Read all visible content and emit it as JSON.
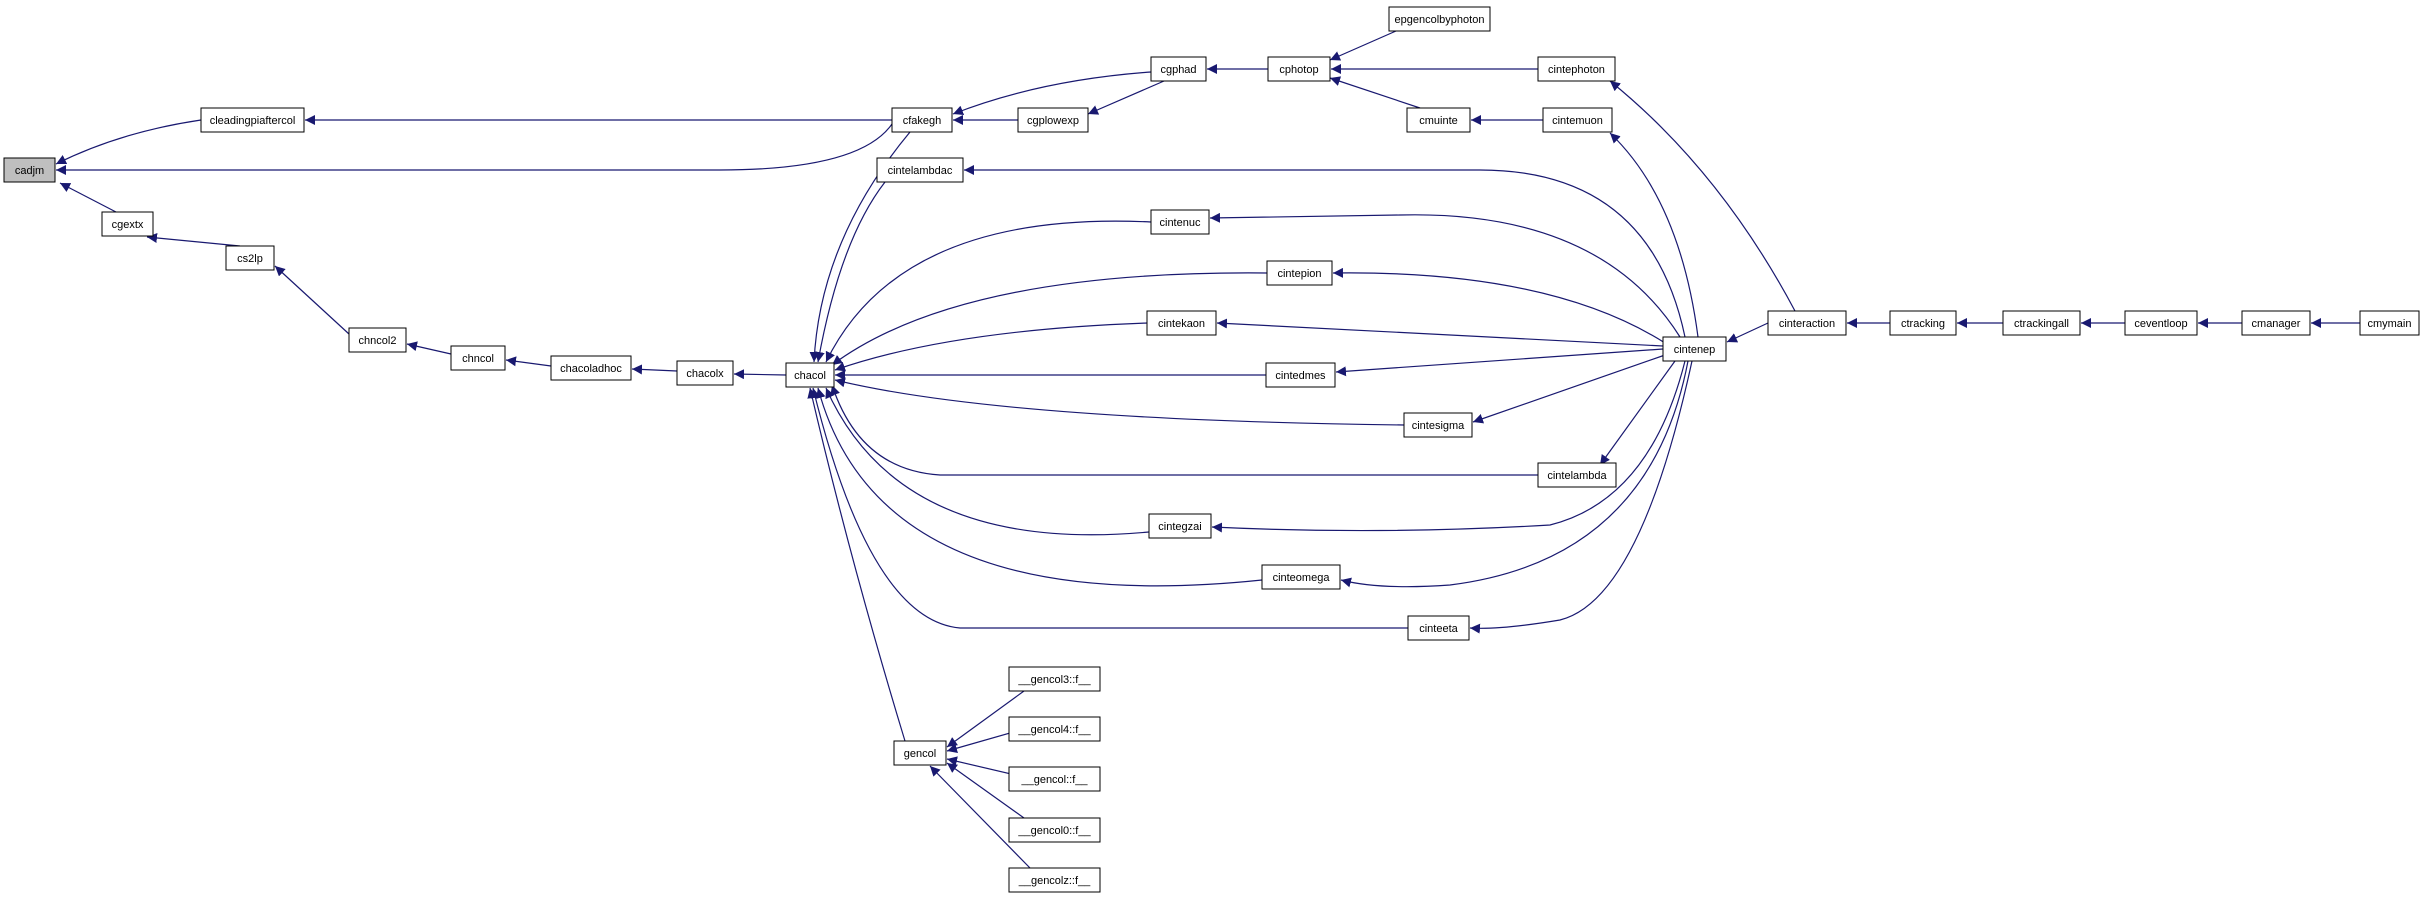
{
  "colors": {
    "edge": "#191970",
    "node_border": "#000000",
    "node_fill": "#ffffff",
    "root_fill": "#bfbfbf"
  },
  "graph": {
    "nodes": [
      {
        "id": "cadjm",
        "label": "cadjm",
        "root": true
      },
      {
        "id": "cleadingpiaftercol",
        "label": "cleadingpiaftercol"
      },
      {
        "id": "cgextx",
        "label": "cgextx"
      },
      {
        "id": "cs2lp",
        "label": "cs2lp"
      },
      {
        "id": "chncol2",
        "label": "chncol2"
      },
      {
        "id": "chncol",
        "label": "chncol"
      },
      {
        "id": "chacoladhoc",
        "label": "chacoladhoc"
      },
      {
        "id": "chacolx",
        "label": "chacolx"
      },
      {
        "id": "chacol",
        "label": "chacol"
      },
      {
        "id": "cfakegh",
        "label": "cfakegh"
      },
      {
        "id": "cgplowexp",
        "label": "cgplowexp"
      },
      {
        "id": "cgphad",
        "label": "cgphad"
      },
      {
        "id": "cphotop",
        "label": "cphotop"
      },
      {
        "id": "epgencolbyphoton",
        "label": "epgencolbyphoton"
      },
      {
        "id": "cintephoton",
        "label": "cintephoton"
      },
      {
        "id": "cmuinte",
        "label": "cmuinte"
      },
      {
        "id": "cintemuon",
        "label": "cintemuon"
      },
      {
        "id": "cintelambdac",
        "label": "cintelambdac"
      },
      {
        "id": "cintenuc",
        "label": "cintenuc"
      },
      {
        "id": "cintepion",
        "label": "cintepion"
      },
      {
        "id": "cintekaon",
        "label": "cintekaon"
      },
      {
        "id": "cintedmes",
        "label": "cintedmes"
      },
      {
        "id": "cintesigma",
        "label": "cintesigma"
      },
      {
        "id": "cintelambda",
        "label": "cintelambda"
      },
      {
        "id": "cintegzai",
        "label": "cintegzai"
      },
      {
        "id": "cinteomega",
        "label": "cinteomega"
      },
      {
        "id": "cinteeta",
        "label": "cinteeta"
      },
      {
        "id": "cintenep",
        "label": "cintenep"
      },
      {
        "id": "cinteraction",
        "label": "cinteraction"
      },
      {
        "id": "ctracking",
        "label": "ctracking"
      },
      {
        "id": "ctrackingall",
        "label": "ctrackingall"
      },
      {
        "id": "ceventloop",
        "label": "ceventloop"
      },
      {
        "id": "cmanager",
        "label": "cmanager"
      },
      {
        "id": "cmymain",
        "label": "cmymain"
      },
      {
        "id": "gencol",
        "label": "gencol"
      },
      {
        "id": "gencol3",
        "label": "__gencol3::f__"
      },
      {
        "id": "gencol4",
        "label": "__gencol4::f__"
      },
      {
        "id": "gencol1",
        "label": "__gencol::f__"
      },
      {
        "id": "gencol0",
        "label": "__gencol0::f__"
      },
      {
        "id": "gencolz",
        "label": "__gencolz::f__"
      }
    ],
    "edges": [
      {
        "from": "cleadingpiaftercol",
        "to": "cadjm"
      },
      {
        "from": "cfakegh",
        "to": "cadjm"
      },
      {
        "from": "cgextx",
        "to": "cadjm"
      },
      {
        "from": "cfakegh",
        "to": "cleadingpiaftercol"
      },
      {
        "from": "cs2lp",
        "to": "cgextx"
      },
      {
        "from": "chncol2",
        "to": "cs2lp"
      },
      {
        "from": "chncol",
        "to": "chncol2"
      },
      {
        "from": "chacoladhoc",
        "to": "chncol"
      },
      {
        "from": "chacolx",
        "to": "chacoladhoc"
      },
      {
        "from": "chacol",
        "to": "chacolx"
      },
      {
        "from": "cgphad",
        "to": "cfakegh"
      },
      {
        "from": "cgplowexp",
        "to": "cfakegh"
      },
      {
        "from": "cgphad",
        "to": "cgplowexp"
      },
      {
        "from": "cphotop",
        "to": "cgphad"
      },
      {
        "from": "epgencolbyphoton",
        "to": "cphotop"
      },
      {
        "from": "cintephoton",
        "to": "cphotop"
      },
      {
        "from": "cmuinte",
        "to": "cphotop"
      },
      {
        "from": "cintemuon",
        "to": "cmuinte"
      },
      {
        "from": "cfakegh",
        "to": "chacol"
      },
      {
        "from": "cintelambdac",
        "to": "chacol"
      },
      {
        "from": "cintenuc",
        "to": "chacol"
      },
      {
        "from": "cintepion",
        "to": "chacol"
      },
      {
        "from": "cintekaon",
        "to": "chacol"
      },
      {
        "from": "cintedmes",
        "to": "chacol"
      },
      {
        "from": "cintesigma",
        "to": "chacol"
      },
      {
        "from": "cintelambda",
        "to": "chacol"
      },
      {
        "from": "cintegzai",
        "to": "chacol"
      },
      {
        "from": "cinteomega",
        "to": "chacol"
      },
      {
        "from": "cinteeta",
        "to": "chacol"
      },
      {
        "from": "gencol",
        "to": "chacol"
      },
      {
        "from": "cintenep",
        "to": "cintelambdac"
      },
      {
        "from": "cintenep",
        "to": "cintenuc"
      },
      {
        "from": "cintenep",
        "to": "cintepion"
      },
      {
        "from": "cintenep",
        "to": "cintekaon"
      },
      {
        "from": "cintenep",
        "to": "cintedmes"
      },
      {
        "from": "cintenep",
        "to": "cintesigma"
      },
      {
        "from": "cintenep",
        "to": "cintelambda"
      },
      {
        "from": "cintenep",
        "to": "cintegzai"
      },
      {
        "from": "cintenep",
        "to": "cinteomega"
      },
      {
        "from": "cintenep",
        "to": "cinteeta"
      },
      {
        "from": "cintenep",
        "to": "cintemuon"
      },
      {
        "from": "cinteraction",
        "to": "cintephoton"
      },
      {
        "from": "cinteraction",
        "to": "cintenep"
      },
      {
        "from": "ctracking",
        "to": "cinteraction"
      },
      {
        "from": "ctrackingall",
        "to": "ctracking"
      },
      {
        "from": "ceventloop",
        "to": "ctrackingall"
      },
      {
        "from": "cmanager",
        "to": "ceventloop"
      },
      {
        "from": "cmymain",
        "to": "cmanager"
      },
      {
        "from": "gencol3",
        "to": "gencol"
      },
      {
        "from": "gencol4",
        "to": "gencol"
      },
      {
        "from": "gencol1",
        "to": "gencol"
      },
      {
        "from": "gencol0",
        "to": "gencol"
      },
      {
        "from": "gencolz",
        "to": "gencol"
      }
    ]
  }
}
